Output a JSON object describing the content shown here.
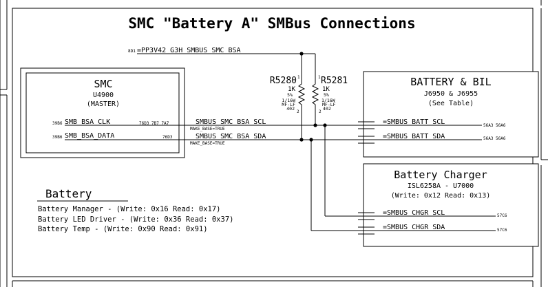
{
  "title": "SMC \"Battery A\" SMBus Connections",
  "power_rail": {
    "ref": "8D1",
    "name": "=PP3V42_G3H_SMBUS_SMC_BSA"
  },
  "smc": {
    "title": "SMC",
    "ref": "U4900",
    "role": "(MASTER)",
    "pins": [
      {
        "sheet_ref": "39B6",
        "name": "SMB_BSA_CLK",
        "xref": "76D3 7B7 7A7"
      },
      {
        "sheet_ref": "39B6",
        "name": "SMB_BSA_DATA",
        "xref": "76D3"
      }
    ]
  },
  "nets": [
    {
      "name": "SMBUS_SMC_BSA_SCL",
      "tag": "MAKE_BASE=TRUE"
    },
    {
      "name": "SMBUS_SMC_BSA_SDA",
      "tag": "MAKE_BASE=TRUE"
    }
  ],
  "resistors": [
    {
      "ref": "R5280",
      "value": "1K",
      "tol": "5%",
      "power": "1/16W",
      "type": "MF-LF",
      "size": "402",
      "pin1": "1",
      "pin2": "2"
    },
    {
      "ref": "R5281",
      "value": "1K",
      "tol": "5%",
      "power": "1/16W",
      "type": "MF-LF",
      "size": "402",
      "pin1": "1",
      "pin2": "2"
    }
  ],
  "battery_bil": {
    "title": "BATTERY & BIL",
    "connectors": "J6950 & J6955",
    "note": "(See Table)",
    "ports": [
      {
        "name": "=SMBUS_BATT_SCL",
        "xref": "56A3 56A6"
      },
      {
        "name": "=SMBUS_BATT_SDA",
        "xref": "56A3 56A6"
      }
    ]
  },
  "battery_charger": {
    "title": "Battery Charger",
    "part": "ISL6258A - U7000",
    "address": "(Write: 0x12 Read: 0x13)",
    "ports": [
      {
        "name": "=SMBUS_CHGR_SCL",
        "xref": "57C6"
      },
      {
        "name": "=SMBUS_CHGR_SDA",
        "xref": "57C6"
      }
    ]
  },
  "battery_table": {
    "heading": "Battery",
    "rows": [
      "Battery Manager - (Write: 0x16 Read: 0x17)",
      "Battery LED Driver - (Write: 0x36 Read: 0x37)",
      "Battery Temp - (Write: 0x90 Read: 0x91)"
    ]
  }
}
